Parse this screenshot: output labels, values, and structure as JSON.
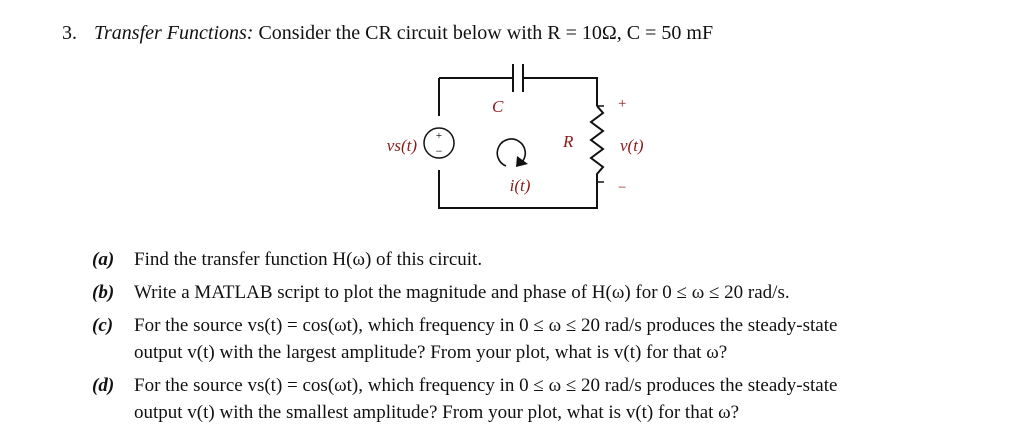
{
  "header": {
    "number": "3.",
    "title": "Transfer Functions:",
    "text": "Consider the CR circuit below with R = 10Ω, C = 50 mF"
  },
  "circuit": {
    "capacitor_label": "C",
    "resistor_label": "R",
    "source_label": "vs(t)",
    "current_label": "i(t)",
    "output_label": "v(t)",
    "plus_sign": "+",
    "minus_sign": "−",
    "source_plus": "+",
    "source_minus": "−",
    "label_color": "#8b1a1a"
  },
  "parts": [
    {
      "label": "(a)",
      "lines": [
        "Find the transfer function H(ω) of this circuit."
      ]
    },
    {
      "label": "(b)",
      "lines": [
        "Write a MATLAB script to plot the magnitude and phase of H(ω) for 0 ≤ ω ≤ 20 rad/s."
      ]
    },
    {
      "label": "(c)",
      "lines": [
        "For the source vs(t) = cos(ωt), which frequency in 0 ≤ ω ≤ 20 rad/s produces the steady-state",
        "output v(t) with the largest amplitude? From your plot, what is v(t) for that ω?"
      ]
    },
    {
      "label": "(d)",
      "lines": [
        "For the source vs(t) = cos(ωt), which frequency in 0 ≤ ω ≤ 20 rad/s produces the steady-state",
        "output v(t) with the smallest amplitude? From your plot, what is v(t) for that ω?"
      ]
    }
  ]
}
